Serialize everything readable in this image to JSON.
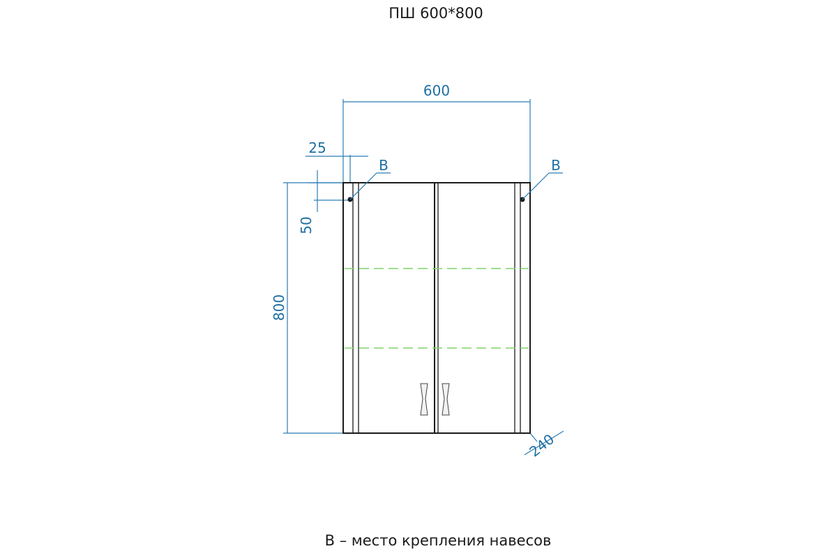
{
  "title": "ПШ 600*800",
  "dimensions": {
    "width": "600",
    "height": "800",
    "depth": "240",
    "side_offset": "25",
    "top_offset": "50"
  },
  "mount_point_label": "B",
  "caption": "B – место крепления навесов",
  "colors": {
    "dimension": "#2a7db8",
    "dimension_text": "#1f6fa3",
    "outline": "#1a1a1a",
    "shelf": "#7fd36a"
  }
}
